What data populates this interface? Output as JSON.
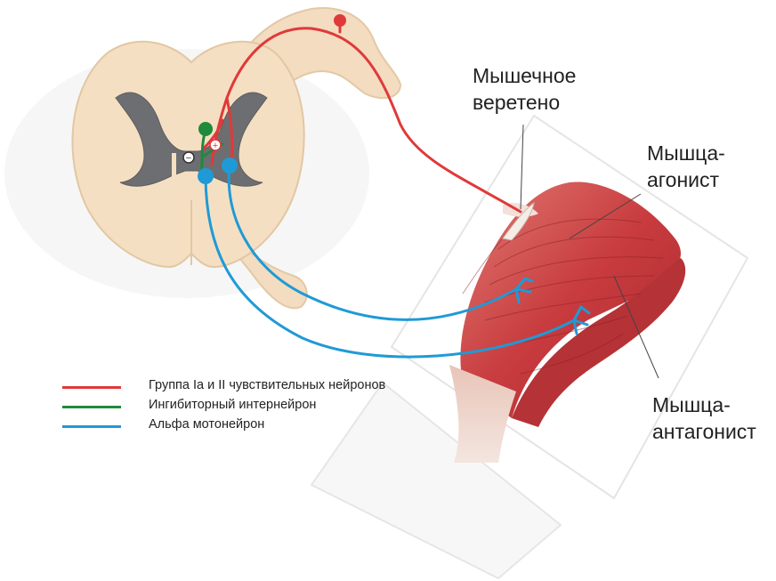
{
  "labels": {
    "spindle_line1": "Мышечное",
    "spindle_line2": "веретено",
    "agonist_line1": "Мышца-",
    "agonist_line2": "агонист",
    "antagonist_line1": "Мышца-",
    "antagonist_line2": "антагонист",
    "plus_sign": "+",
    "minus_sign": "−"
  },
  "legend": [
    {
      "label": "Группа Ia и II чувствительных нейронов",
      "color": "#e0393a"
    },
    {
      "label": "Ингибиторный интернейрон",
      "color": "#1f8a3c"
    },
    {
      "label": "Альфа мотонейрон",
      "color": "#1f9ad6"
    }
  ],
  "colors": {
    "sensory": "#e0393a",
    "interneuron": "#1f8a3c",
    "motor": "#1f9ad6",
    "white_matter": "#f5dfc2",
    "gray_matter": "#6d6e71",
    "muscle": "#c93a3c"
  }
}
